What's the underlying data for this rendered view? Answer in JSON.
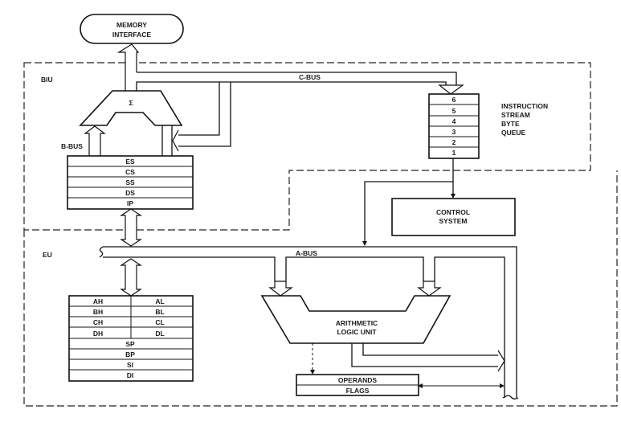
{
  "title": "8086 internal architecture block diagram",
  "memory_interface": {
    "line1": "MEMORY",
    "line2": "INTERFACE"
  },
  "biu": {
    "label": "BIU",
    "adder_symbol": "Σ",
    "c_bus_label": "C-BUS",
    "b_bus_label": "B-BUS",
    "segment_registers": [
      "ES",
      "CS",
      "SS",
      "DS",
      "IP"
    ],
    "queue": {
      "slots": [
        "6",
        "5",
        "4",
        "3",
        "2",
        "1"
      ],
      "label_lines": [
        "INSTRUCTION",
        "STREAM",
        "BYTE",
        "QUEUE"
      ]
    }
  },
  "eu": {
    "label": "EU",
    "a_bus_label": "A-BUS",
    "control_system": {
      "line1": "CONTROL",
      "line2": "SYSTEM"
    },
    "general_registers": [
      {
        "high": "AH",
        "low": "AL"
      },
      {
        "high": "BH",
        "low": "BL"
      },
      {
        "high": "CH",
        "low": "CL"
      },
      {
        "high": "DH",
        "low": "DL"
      }
    ],
    "pointer_index_registers": [
      "SP",
      "BP",
      "SI",
      "DI"
    ],
    "alu": {
      "line1": "ARITHMETIC",
      "line2": "LOGIC UNIT"
    },
    "operands_label": "OPERANDS",
    "flags_label": "FLAGS"
  }
}
